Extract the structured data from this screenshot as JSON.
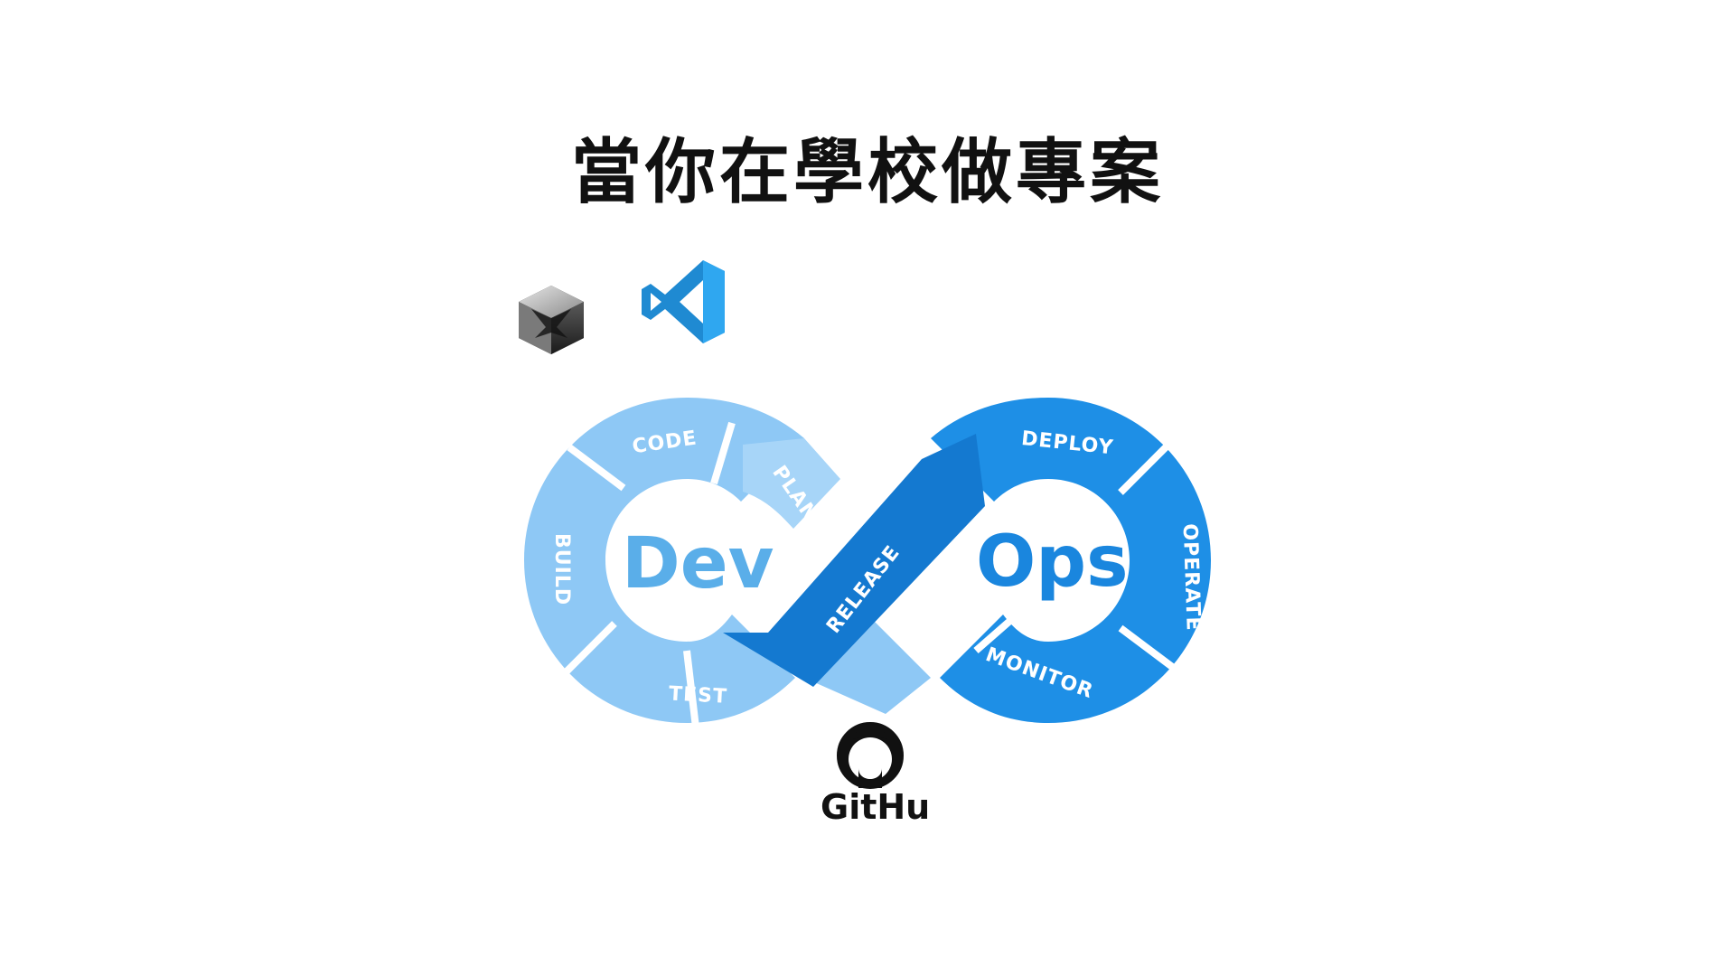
{
  "title": "當你在學校做專案",
  "logos": {
    "unity": "unity-icon",
    "vscode": "vscode-icon",
    "github": {
      "icon": "github-octocat-icon",
      "label": "GitHub"
    }
  },
  "diagram": {
    "left_word": "Dev",
    "right_word": "Ops",
    "segments": {
      "code": "CODE",
      "plan": "PLAN",
      "build": "BUILD",
      "test": "TEST",
      "release": "RELEASE",
      "deploy": "DEPLOY",
      "operate": "OPERATE",
      "monitor": "MONITOR"
    },
    "colors": {
      "dev_light": "#8ec8f5",
      "dev_mid": "#6bb5ef",
      "ops_blue": "#1e8fe6",
      "ops_dark": "#1479d0",
      "dev_text": "#5aaee9",
      "ops_text": "#1a86de"
    }
  }
}
